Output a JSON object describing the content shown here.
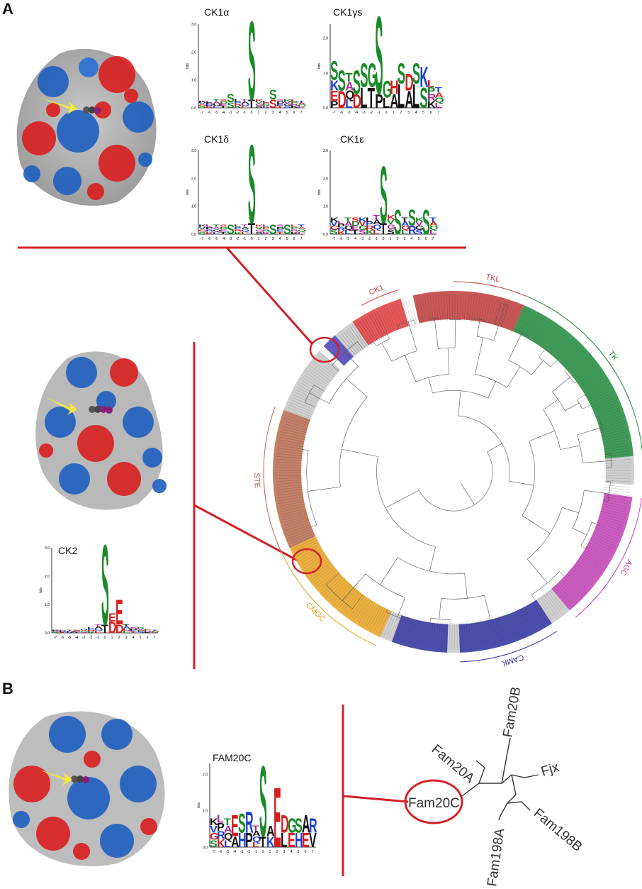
{
  "panels": {
    "A": {
      "letter": "A"
    },
    "B": {
      "letter": "B"
    }
  },
  "logos": [
    {
      "id": "ck1a",
      "title": "CK1α",
      "yticks": [
        "3.0",
        "2.0",
        "1.0",
        "0.0"
      ],
      "ylabel": "bits",
      "xticks": [
        "-7",
        "-6",
        "-5",
        "-4",
        "-3",
        "-2",
        "-1",
        "0",
        "1",
        "2",
        "3",
        "4",
        "5",
        "6",
        "7"
      ]
    },
    {
      "id": "ck1g",
      "title": "CK1γs",
      "yticks": [
        "2.0",
        "1.0",
        "0.0"
      ],
      "ylabel": "bits",
      "xticks": [
        "-7",
        "-6",
        "-5",
        "-4",
        "-3",
        "-2",
        "-1",
        "0",
        "1",
        "2",
        "3",
        "4",
        "5",
        "6",
        "7"
      ]
    },
    {
      "id": "ck1d",
      "title": "CK1δ",
      "yticks": [
        "3.0",
        "2.0",
        "1.0",
        "0.0"
      ],
      "ylabel": "bits",
      "xticks": [
        "-7",
        "-6",
        "-5",
        "-4",
        "-3",
        "-2",
        "-1",
        "0",
        "1",
        "2",
        "3",
        "4",
        "5",
        "6",
        "7"
      ]
    },
    {
      "id": "ck1e",
      "title": "CK1ε",
      "yticks": [
        "3.0",
        "2.0",
        "1.0",
        "0.0"
      ],
      "ylabel": "bits",
      "xticks": [
        "-7",
        "-6",
        "-5",
        "-4",
        "-3",
        "-2",
        "-1",
        "0",
        "1",
        "2",
        "3",
        "4",
        "5",
        "6",
        "7"
      ]
    },
    {
      "id": "ck2",
      "title": "CK2",
      "yticks": [
        "3.0",
        "2.0",
        "1.0",
        "0.0"
      ],
      "ylabel": "bits",
      "xticks": [
        "-7",
        "-6",
        "-5",
        "-4",
        "-3",
        "-2",
        "-1",
        "0",
        "1",
        "2",
        "3",
        "4",
        "5",
        "6",
        "7"
      ]
    },
    {
      "id": "fam20c",
      "title": "FAM20C",
      "yticks": [
        "2.0",
        "1.0",
        "0.0"
      ],
      "ylabel": "bits",
      "xticks": [
        "-7",
        "-6",
        "-5",
        "-4",
        "-3",
        "-2",
        "-1",
        "0",
        "1",
        "2",
        "3",
        "4",
        "5",
        "6",
        "7"
      ]
    }
  ],
  "kinome_tree": {
    "clades": [
      {
        "name": "TKL",
        "color": "#c0393b"
      },
      {
        "name": "TK",
        "color": "#1f8a3c"
      },
      {
        "name": "AGC",
        "color": "#c23fb5"
      },
      {
        "name": "CAMK",
        "color": "#2b2f9e"
      },
      {
        "name": "CMGC",
        "color": "#e8a21e"
      },
      {
        "name": "STE",
        "color": "#b86a4c"
      },
      {
        "name": "CK1",
        "color": "#e23b3b"
      }
    ]
  },
  "fam20_tree": {
    "labels": [
      "Fam20A",
      "Fam20B",
      "Fjx",
      "Fam198B",
      "Fam198A",
      "Fam20C"
    ]
  },
  "colors": {
    "highlight": "#d42028",
    "arrow": "#f5e63a",
    "serine": "#2f8f2f"
  }
}
